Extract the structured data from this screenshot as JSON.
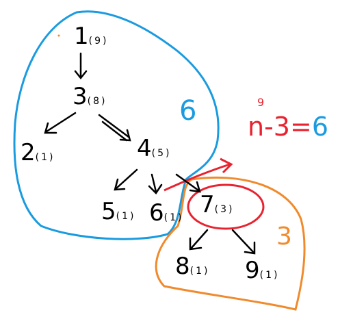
{
  "nodes": {
    "n1": {
      "label": "1",
      "size": "(9)"
    },
    "n3": {
      "label": "3",
      "size": "(8)"
    },
    "n2": {
      "label": "2",
      "size": "(1)"
    },
    "n4": {
      "label": "4",
      "size": "(5)"
    },
    "n5": {
      "label": "5",
      "size": "(1)"
    },
    "n6": {
      "label": "6",
      "size": "(1)"
    },
    "n7": {
      "label": "7",
      "size": "(3)"
    },
    "n8": {
      "label": "8",
      "size": "(1)"
    },
    "n9": {
      "label": "9",
      "size": "(1)"
    }
  },
  "regions": {
    "blue": {
      "label": "6",
      "color": "#1a9be0"
    },
    "orange": {
      "label": "3",
      "color": "#f08a2c"
    }
  },
  "highlight_color": "#e8232f",
  "equation": {
    "superscript": "9",
    "lhs": "n-3",
    "equals": "=",
    "rhs": "6"
  }
}
